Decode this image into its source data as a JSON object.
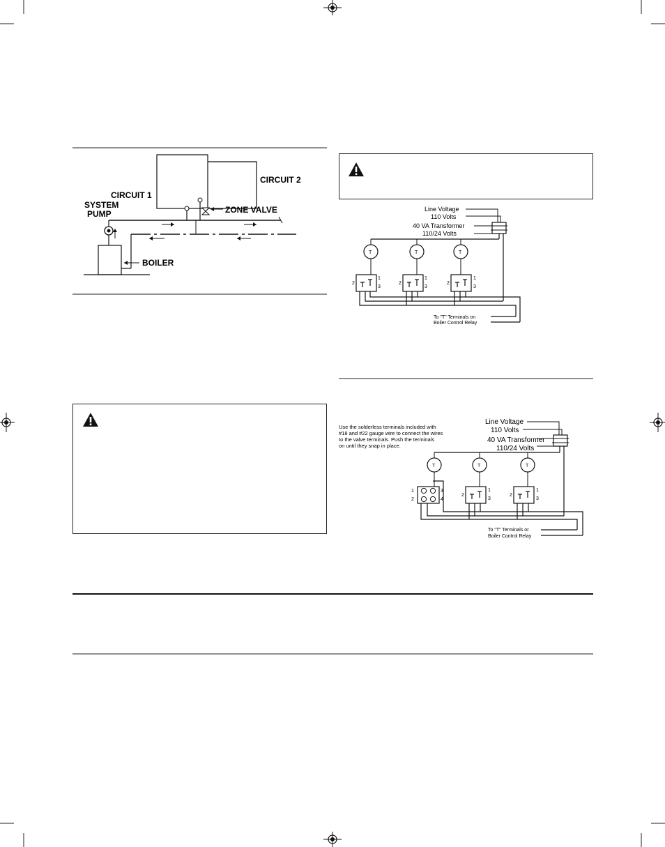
{
  "piping_diagram": {
    "circuit1": "CIRCUIT 1",
    "circuit2": "CIRCUIT 2",
    "system_pump_line1": "SYSTEM",
    "system_pump_line2": "PUMP",
    "zone_valve": "ZONE VALVE",
    "boiler": "BOILER"
  },
  "wiring_diagram_1": {
    "line_voltage": "Line Voltage",
    "volts_110": "110 Volts",
    "transformer": "40 VA Transformer",
    "transformer_volts": "110/24 Volts",
    "thermostat_letter": "T",
    "terminal_1": "1",
    "terminal_2": "2",
    "terminal_3": "3",
    "to_terminals": "To \"T\" Terminals on",
    "relay": "Boiler Control Relay"
  },
  "wiring_diagram_2": {
    "note_line1": "Use the solderless terminals included with",
    "note_line2": "#18 and #22 gauge wire to connect the wires",
    "note_line3": "to the valve terminals. Push the terminals",
    "note_line4": "on until they snap in place.",
    "line_voltage": "Line Voltage",
    "volts_110": "110 Volts",
    "transformer": "40 VA Transformer",
    "transformer_volts": "110/24 Volts",
    "thermostat_letter": "T",
    "terminal_1": "1",
    "terminal_2": "2",
    "terminal_3": "3",
    "terminal_4": "4",
    "to_terminals": "To \"T\" Terminals or",
    "relay": "Boiler Control Relay"
  },
  "colors": {
    "ink": "#111111",
    "rule": "#222222",
    "paper": "#ffffff"
  },
  "icons": [
    "crop-mark",
    "registration-mark",
    "warning-triangle-icon"
  ]
}
